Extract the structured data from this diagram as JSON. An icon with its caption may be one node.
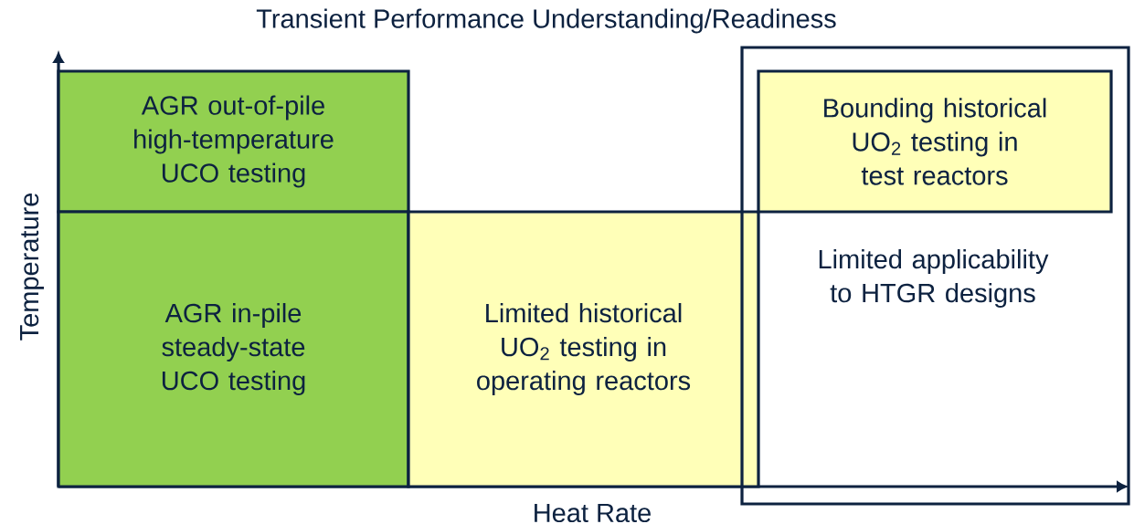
{
  "diagram": {
    "title": "Transient Performance Understanding/Readiness",
    "nodes": [
      {
        "text": [
          "AGR out-of-pile high-temperature UCO testing"
        ]
      },
      {
        "text": [
          "AGR in-pile steady-state UCO testing"
        ]
      },
      {
        "text": [
          "Limited historical UO$_{2}$ testing in operating reactors"
        ]
      },
      {
        "text": [
          "Limited applicability to HTGR designs"
        ]
      },
      {
        "text": [
          "Bounding historical UO$_{2}$ testing in test reactors"
        ],
        "in": 3
      }
    ],
    "edges": [],
    "labels": [
      "Temperature",
      "Heat Rate"
    ]
  }
}
